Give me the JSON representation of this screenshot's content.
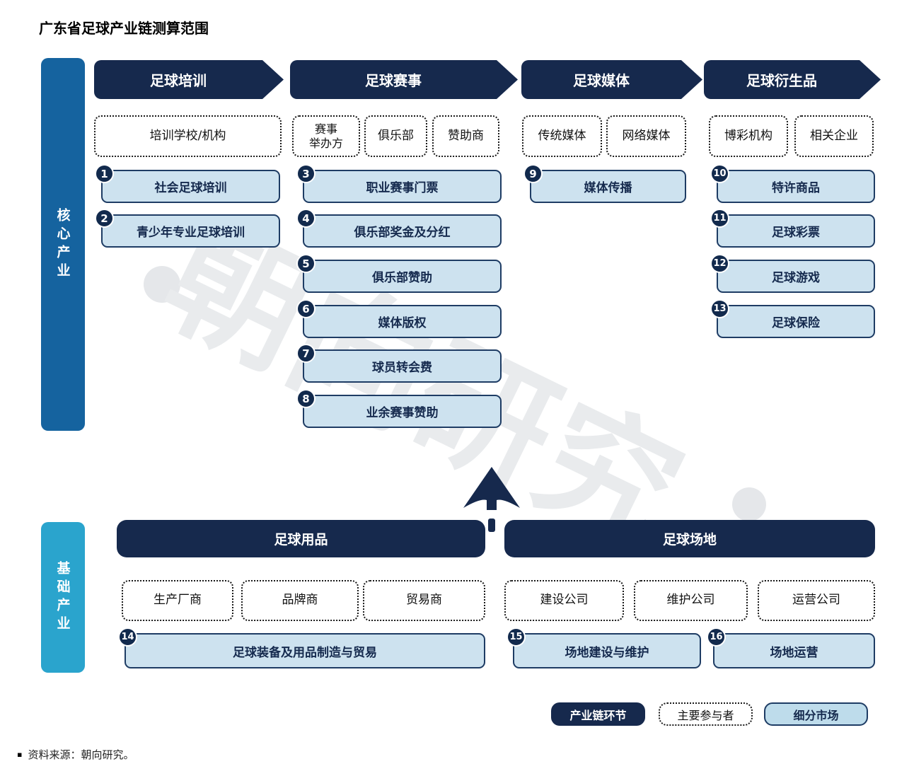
{
  "title": "广东省足球产业链测算范围",
  "watermark": {
    "text": "朝向研究"
  },
  "colors": {
    "navy": "#16294d",
    "core_bar_blue": "#15639f",
    "base_bar_cyan": "#2aa4cd",
    "market_fill": "#cde2ef",
    "market_border": "#1e3c64",
    "legend_market_fill": "#bedceb"
  },
  "core": {
    "label": "核心产业",
    "columns": [
      {
        "header": "足球培训",
        "participants": [
          {
            "label": "培训学校/机构"
          }
        ],
        "markets": [
          {
            "num": "1",
            "label": "社会足球培训"
          },
          {
            "num": "2",
            "label": "青少年专业足球培训"
          }
        ]
      },
      {
        "header": "足球赛事",
        "participants": [
          {
            "label": "赛事\n举办方"
          },
          {
            "label": "俱乐部"
          },
          {
            "label": "赞助商"
          }
        ],
        "markets": [
          {
            "num": "3",
            "label": "职业赛事门票"
          },
          {
            "num": "4",
            "label": "俱乐部奖金及分红"
          },
          {
            "num": "5",
            "label": "俱乐部赞助"
          },
          {
            "num": "6",
            "label": "媒体版权"
          },
          {
            "num": "7",
            "label": "球员转会费"
          },
          {
            "num": "8",
            "label": "业余赛事赞助"
          }
        ]
      },
      {
        "header": "足球媒体",
        "participants": [
          {
            "label": "传统媒体"
          },
          {
            "label": "网络媒体"
          }
        ],
        "markets": [
          {
            "num": "9",
            "label": "媒体传播"
          }
        ]
      },
      {
        "header": "足球衍生品",
        "participants": [
          {
            "label": "博彩机构"
          },
          {
            "label": "相关企业"
          }
        ],
        "markets": [
          {
            "num": "10",
            "label": "特许商品"
          },
          {
            "num": "11",
            "label": "足球彩票"
          },
          {
            "num": "12",
            "label": "足球游戏"
          },
          {
            "num": "13",
            "label": "足球保险"
          }
        ]
      }
    ]
  },
  "base": {
    "label": "基础产业",
    "sections": [
      {
        "header": "足球用品",
        "participants": [
          {
            "label": "生产厂商"
          },
          {
            "label": "品牌商"
          },
          {
            "label": "贸易商"
          }
        ],
        "markets": [
          {
            "num": "14",
            "label": "足球装备及用品制造与贸易"
          }
        ]
      },
      {
        "header": "足球场地",
        "participants": [
          {
            "label": "建设公司"
          },
          {
            "label": "维护公司"
          },
          {
            "label": "运营公司"
          }
        ],
        "markets": [
          {
            "num": "15",
            "label": "场地建设与维护"
          },
          {
            "num": "16",
            "label": "场地运营"
          }
        ]
      }
    ]
  },
  "legend": {
    "items": [
      {
        "label": "产业链环节"
      },
      {
        "label": "主要参与者"
      },
      {
        "label": "细分市场"
      }
    ]
  },
  "footer": {
    "bullet": "▪",
    "source": "资料来源：朝向研究。"
  }
}
